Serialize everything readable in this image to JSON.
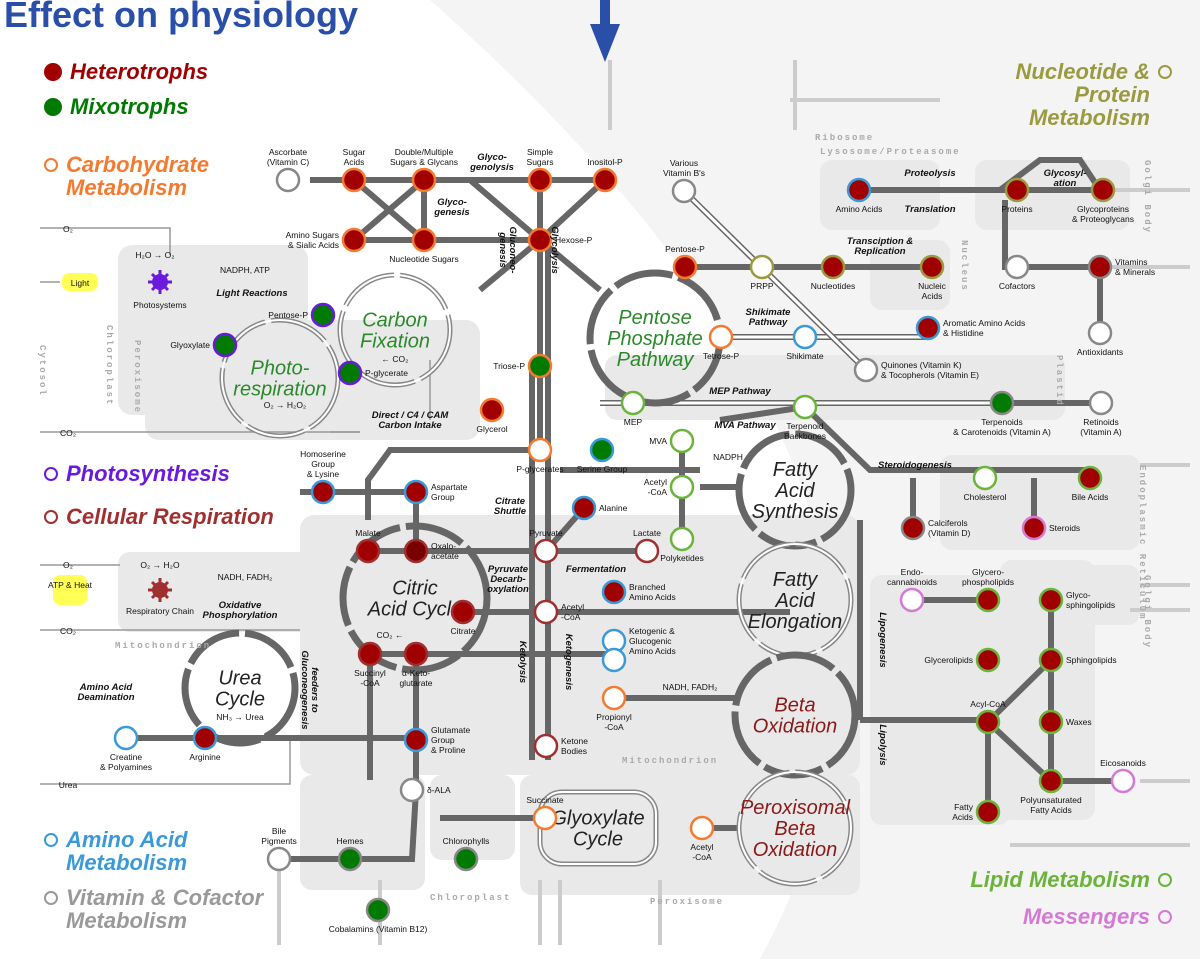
{
  "header": {
    "title": "Effect on physiology"
  },
  "legend": [
    {
      "label": "Heterotrophs",
      "color": "#a00000",
      "filled": true
    },
    {
      "label": "Mixotrophs",
      "color": "#007a00",
      "filled": true
    },
    {
      "label": "Carbohydrate Metabolism",
      "color": "#f47a30",
      "filled": false
    },
    {
      "label": "Photosynthesis",
      "color": "#6a1adf",
      "filled": false
    },
    {
      "label": "Cellular Respiration",
      "color": "#a03030",
      "filled": false
    },
    {
      "label": "Amino Acid Metabolism",
      "color": "#3a9ad9",
      "filled": false
    },
    {
      "label": "Vitamin & Cofactor Metabolism",
      "color": "#999999",
      "filled": false
    },
    {
      "label": "Nucleotide & Protein Metabolism",
      "color": "#9a9a40",
      "filled": false
    },
    {
      "label": "Lipid Metabolism",
      "color": "#6bb33a",
      "filled": false
    },
    {
      "label": "Messengers",
      "color": "#d47ad4",
      "filled": false
    }
  ],
  "nodes": [
    {
      "label": [
        "Ascorbate",
        "(Vitamin C)"
      ],
      "fill": "white",
      "ring": "gray"
    },
    {
      "label": [
        "Sugar",
        "Acids"
      ],
      "fill": "red",
      "ring": "orange"
    },
    {
      "label": [
        "Double/Multiple",
        "Sugars & Glycans"
      ],
      "fill": "red",
      "ring": "orange"
    },
    {
      "label": [
        "Simple",
        "Sugars"
      ],
      "fill": "red",
      "ring": "orange"
    },
    {
      "label": [
        "Inositol-P"
      ],
      "fill": "red",
      "ring": "orange"
    },
    {
      "label": [
        "Amino Sugars",
        "& Sialic Acids"
      ],
      "fill": "red",
      "ring": "orange"
    },
    {
      "label": [
        "Nucleotide Sugars"
      ],
      "fill": "red",
      "ring": "orange"
    },
    {
      "label": [
        "Hexose-P"
      ],
      "fill": "red",
      "ring": "orange"
    },
    {
      "label": [
        "Various",
        "Vitamin B's"
      ],
      "fill": "white",
      "ring": "gray"
    },
    {
      "label": [
        "Pentose-P"
      ],
      "fill": "red",
      "ring": "orange"
    },
    {
      "label": [
        "PRPP"
      ],
      "fill": "white",
      "ring": "olive"
    },
    {
      "label": [
        "Nucleotides"
      ],
      "fill": "red",
      "ring": "olive"
    },
    {
      "label": [
        "Nucleic",
        "Acids"
      ],
      "fill": "red",
      "ring": "olive"
    },
    {
      "label": [
        "Amino Acids"
      ],
      "fill": "red",
      "ring": "blue"
    },
    {
      "label": [
        "Proteins"
      ],
      "fill": "red",
      "ring": "olive"
    },
    {
      "label": [
        "Glycoproteins",
        "& Proteoglycans"
      ],
      "fill": "red",
      "ring": "olive"
    },
    {
      "label": [
        "Cofactors"
      ],
      "fill": "white",
      "ring": "gray"
    },
    {
      "label": [
        "Vitamins",
        "& Minerals"
      ],
      "fill": "red",
      "ring": "gray"
    },
    {
      "label": [
        "Antioxidants"
      ],
      "fill": "white",
      "ring": "gray"
    },
    {
      "label": [
        "Tetrose-P"
      ],
      "fill": "white",
      "ring": "orange"
    },
    {
      "label": [
        "Shikimate"
      ],
      "fill": "white",
      "ring": "blue"
    },
    {
      "label": [
        "Aromatic Amino Acids",
        "& Histidine"
      ],
      "fill": "red",
      "ring": "blue"
    },
    {
      "label": [
        "Quinones (Vitamin K)",
        "& Tocopherols (Vitamin E)"
      ],
      "fill": "white",
      "ring": "gray"
    },
    {
      "label": [
        "MEP"
      ],
      "fill": "white",
      "ring": "lgreen"
    },
    {
      "label": [
        "Terpenoid",
        "Backbones"
      ],
      "fill": "white",
      "ring": "lgreen"
    },
    {
      "label": [
        "Terpenoids",
        "& Carotenoids (Vitamin A)"
      ],
      "fill": "green",
      "ring": "gray"
    },
    {
      "label": [
        "Retinoids",
        "(Vitamin A)"
      ],
      "fill": "white",
      "ring": "gray"
    },
    {
      "label": [
        "Pentose-P"
      ],
      "fill": "green",
      "ring": "purple"
    },
    {
      "label": [
        "Glyoxylate"
      ],
      "fill": "green",
      "ring": "purple"
    },
    {
      "label": [
        "P-glycerate"
      ],
      "fill": "green",
      "ring": "purple"
    },
    {
      "label": [
        "Triose-P"
      ],
      "fill": "green",
      "ring": "orange"
    },
    {
      "label": [
        "Glycerol"
      ],
      "fill": "red",
      "ring": "orange"
    },
    {
      "label": [
        "P-glycerates"
      ],
      "fill": "white",
      "ring": "orange"
    },
    {
      "label": [
        "Serine Group"
      ],
      "fill": "green",
      "ring": "blue"
    },
    {
      "label": [
        "MVA"
      ],
      "fill": "white",
      "ring": "lgreen"
    },
    {
      "label": [
        "Acetyl",
        "-CoA"
      ],
      "fill": "white",
      "ring": "lgreen"
    },
    {
      "label": [
        "Polyketides"
      ],
      "fill": "white",
      "ring": "lgreen"
    },
    {
      "label": [
        "Homoserine",
        "Group",
        "& Lysine"
      ],
      "fill": "red",
      "ring": "blue"
    },
    {
      "label": [
        "Aspartate",
        "Group"
      ],
      "fill": "red",
      "ring": "blue"
    },
    {
      "label": [
        "Alanine"
      ],
      "fill": "red",
      "ring": "blue"
    },
    {
      "label": [
        "Malate"
      ],
      "fill": "red",
      "ring": "dred"
    },
    {
      "label": [
        "Oxalo-",
        "acetate"
      ],
      "fill": "dkred",
      "ring": "dred"
    },
    {
      "label": [
        "Pyruvate"
      ],
      "fill": "white",
      "ring": "dred"
    },
    {
      "label": [
        "Lactate"
      ],
      "fill": "white",
      "ring": "dred"
    },
    {
      "label": [
        "Citrate"
      ],
      "fill": "red",
      "ring": "dred"
    },
    {
      "label": [
        "Acetyl",
        "-CoA"
      ],
      "fill": "white",
      "ring": "dred"
    },
    {
      "label": [
        "Branched",
        "Amino Acids"
      ],
      "fill": "red",
      "ring": "blue"
    },
    {
      "label": [
        "Succinyl",
        "-CoA"
      ],
      "fill": "red",
      "ring": "dred"
    },
    {
      "label": [
        "α-Keto-",
        "glutarate"
      ],
      "fill": "red",
      "ring": "dred"
    },
    {
      "label": [
        "Ketogenic &",
        "Glucogenic",
        "Amino Acids"
      ],
      "fill": "white",
      "ring": "blue"
    },
    {
      "label": [],
      "fill": "white",
      "ring": "blue"
    },
    {
      "label": [
        "Propionyl",
        "-CoA"
      ],
      "fill": "white",
      "ring": "orange"
    },
    {
      "label": [
        "Ketone",
        "Bodies"
      ],
      "fill": "white",
      "ring": "dred"
    },
    {
      "label": [
        "Creatine",
        "& Polyamines"
      ],
      "fill": "white",
      "ring": "blue"
    },
    {
      "label": [
        "Arginine"
      ],
      "fill": "red",
      "ring": "blue"
    },
    {
      "label": [
        "Glutamate",
        "Group",
        "& Proline"
      ],
      "fill": "red",
      "ring": "blue"
    },
    {
      "label": [
        "δ-ALA"
      ],
      "fill": "white",
      "ring": "gray"
    },
    {
      "label": [
        "Succinate"
      ],
      "fill": "white",
      "ring": "orange"
    },
    {
      "label": [
        "Acetyl",
        "-CoA"
      ],
      "fill": "white",
      "ring": "orange"
    },
    {
      "label": [
        "Bile",
        "Pigments"
      ],
      "fill": "white",
      "ring": "gray"
    },
    {
      "label": [
        "Hemes"
      ],
      "fill": "green",
      "ring": "gray"
    },
    {
      "label": [
        "Chlorophylls"
      ],
      "fill": "green",
      "ring": "gray"
    },
    {
      "label": [
        "Cobalamins (Vitamin B12)"
      ],
      "fill": "green",
      "ring": "gray"
    },
    {
      "label": [
        "Cholesterol"
      ],
      "fill": "white",
      "ring": "lgreen"
    },
    {
      "label": [
        "Bile Acids"
      ],
      "fill": "red",
      "ring": "lgreen"
    },
    {
      "label": [
        "Calciferols",
        "(Vitamin D)"
      ],
      "fill": "red",
      "ring": "gray"
    },
    {
      "label": [
        "Steroids"
      ],
      "fill": "red",
      "ring": "pink"
    },
    {
      "label": [
        "Endo-",
        "cannabinoids"
      ],
      "fill": "white",
      "ring": "pink"
    },
    {
      "label": [
        "Glycero-",
        "phospholipids"
      ],
      "fill": "red",
      "ring": "lgreen"
    },
    {
      "label": [
        "Glyco-",
        "sphingolipids"
      ],
      "fill": "red",
      "ring": "lgreen"
    },
    {
      "label": [
        "Glycerolipids"
      ],
      "fill": "red",
      "ring": "lgreen"
    },
    {
      "label": [
        "Sphingolipids"
      ],
      "fill": "red",
      "ring": "lgreen"
    },
    {
      "label": [
        "Acyl-CoA"
      ],
      "fill": "red",
      "ring": "lgreen"
    },
    {
      "label": [
        "Waxes"
      ],
      "fill": "red",
      "ring": "lgreen"
    },
    {
      "label": [
        "Polyunsaturated",
        "Fatty Acids"
      ],
      "fill": "red",
      "ring": "lgreen"
    },
    {
      "label": [
        "Eicosanoids"
      ],
      "fill": "white",
      "ring": "pink"
    },
    {
      "label": [
        "Fatty",
        "Acids"
      ],
      "fill": "red",
      "ring": "lgreen"
    }
  ],
  "colors": {
    "red": "#a00000",
    "dkred": "#7a0000",
    "green": "#007a00",
    "white": "#ffffff",
    "orange": "#f47a30",
    "blue": "#3a9ad9",
    "purple": "#6a1adf",
    "olive": "#9a9a40",
    "lgreen": "#6bb33a",
    "pink": "#d47ad4",
    "gray": "#888888",
    "dred": "#a03030"
  },
  "cycles": [
    {
      "label": [
        "Carbon",
        "Fixation"
      ],
      "color": "#2a8a2a"
    },
    {
      "label": [
        "Photo-",
        "respiration"
      ],
      "color": "#2a8a2a"
    },
    {
      "label": [
        "Pentose",
        "Phosphate",
        "Pathway"
      ],
      "color": "#2a8a2a"
    },
    {
      "label": [
        "Citric",
        "Acid Cycle"
      ],
      "color": "#222222"
    },
    {
      "label": [
        "Urea",
        "Cycle"
      ],
      "color": "#222222"
    },
    {
      "label": [
        "Fatty",
        "Acid",
        "Synthesis"
      ],
      "color": "#222222"
    },
    {
      "label": [
        "Fatty",
        "Acid",
        "Elongation"
      ],
      "color": "#222222"
    },
    {
      "label": [
        "Beta",
        "Oxidation"
      ],
      "color": "#8a1a1a"
    },
    {
      "label": [
        "Peroxisomal",
        "Beta",
        "Oxidation"
      ],
      "color": "#8a1a1a"
    },
    {
      "label": [
        "Glyoxylate",
        "Cycle"
      ],
      "color": "#222222"
    }
  ],
  "pathways": [
    {
      "label": [
        "Glyco-",
        "genolysis"
      ],
      "color": "#111"
    },
    {
      "label": [
        "Glyco-",
        "genesis"
      ],
      "color": "#111"
    },
    {
      "label": [
        "Light Reactions"
      ],
      "color": "#6a1adf"
    },
    {
      "label": [
        "Gluconeo-",
        "genesis"
      ],
      "color": "#111"
    },
    {
      "label": [
        "Glycolysis"
      ],
      "color": "#111"
    },
    {
      "label": [
        "Proteolysis"
      ],
      "color": "#111"
    },
    {
      "label": [
        "Translation"
      ],
      "color": "#111"
    },
    {
      "label": [
        "Glycosyl-",
        "ation"
      ],
      "color": "#111"
    },
    {
      "label": [
        "Transciption &",
        "Replication"
      ],
      "color": "#111"
    },
    {
      "label": [
        "Shikimate",
        "Pathway"
      ],
      "color": "#111"
    },
    {
      "label": [
        "MEP Pathway"
      ],
      "color": "#111"
    },
    {
      "label": [
        "MVA Pathway"
      ],
      "color": "#111"
    },
    {
      "label": [
        "Steroidogenesis"
      ],
      "color": "#111"
    },
    {
      "label": [
        "Citrate",
        "Shuttle"
      ],
      "color": "#111"
    },
    {
      "label": [
        "Pyruvate",
        "Decarb-",
        "oxylation"
      ],
      "color": "#111"
    },
    {
      "label": [
        "Fermentation"
      ],
      "color": "#111"
    },
    {
      "label": [
        "Ketolysis"
      ],
      "color": "#111"
    },
    {
      "label": [
        "Ketogenesis"
      ],
      "color": "#111"
    },
    {
      "label": [
        "feeders to",
        "Gluconeogenesis"
      ],
      "color": "#111"
    },
    {
      "label": [
        "Lipogenesis"
      ],
      "color": "#111"
    },
    {
      "label": [
        "Lipolysis"
      ],
      "color": "#8a1a1a"
    },
    {
      "label": [
        "Oxidative",
        "Phosphorylation"
      ],
      "color": "#a03030"
    },
    {
      "label": [
        "Amino Acid",
        "Deamination"
      ],
      "color": "#3a9ad9"
    },
    {
      "label": [
        "Direct / C4 / CAM",
        "Carbon Intake"
      ],
      "color": "#6a1adf"
    }
  ],
  "compartments": [
    "Chloroplast",
    "Peroxisome",
    "Cytosol",
    "Mitochondrion",
    "Ribosome",
    "Lysosome/Proteasome",
    "Nucleus",
    "Plastid",
    "Endoplasmic Reticulum",
    "Golgi Body",
    "Mitochondrion",
    "Golgi Body",
    "Chloroplast",
    "Peroxisome"
  ],
  "misc": [
    "O₂",
    "Light",
    "CO₂",
    "H₂O → O₂",
    "NADPH, ATP",
    "Photosystems",
    "← CO₂",
    "O₂ → H₂O₂",
    "ATP & Heat",
    "O₂",
    "O₂ → H₂O",
    "NADH, FADH₂",
    "Respiratory Chain",
    "CO₂",
    "CO₂ ←",
    "NH₃ → Urea",
    "Urea",
    "NADPH",
    "NADH, FADH₂"
  ]
}
